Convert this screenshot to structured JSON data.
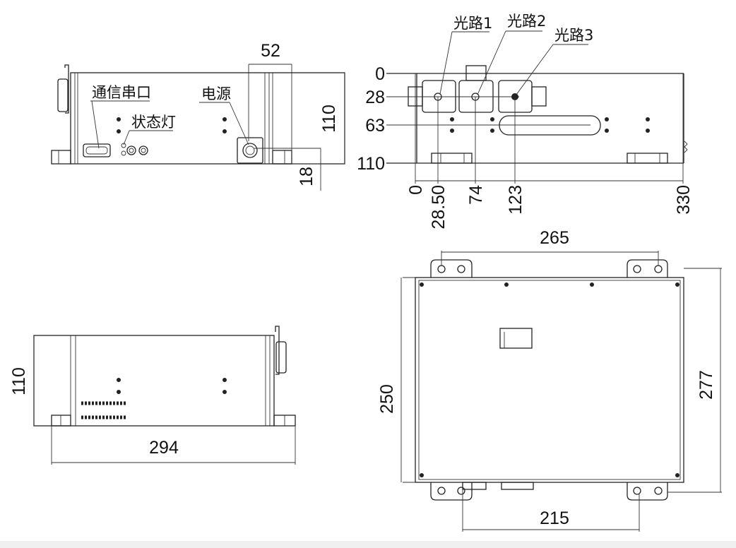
{
  "front_view": {
    "labels": {
      "serial_port": "通信串口",
      "status_light": "状态灯",
      "power": "电源"
    },
    "dimensions": {
      "width_52": "52",
      "height_110": "110",
      "offset_18": "18"
    }
  },
  "top_view": {
    "labels": {
      "path1": "光路1",
      "path2": "光路2",
      "path3": "光路3"
    },
    "vertical_dims": [
      "0",
      "28",
      "63",
      "110"
    ],
    "horizontal_dims": [
      "0",
      "28.50",
      "74",
      "123",
      "330"
    ]
  },
  "side_view": {
    "dimensions": {
      "height_110": "110",
      "length_294": "294"
    }
  },
  "plan_view": {
    "dimensions": {
      "top_265": "265",
      "right_277": "277",
      "left_250": "250",
      "bottom_215": "215"
    }
  }
}
